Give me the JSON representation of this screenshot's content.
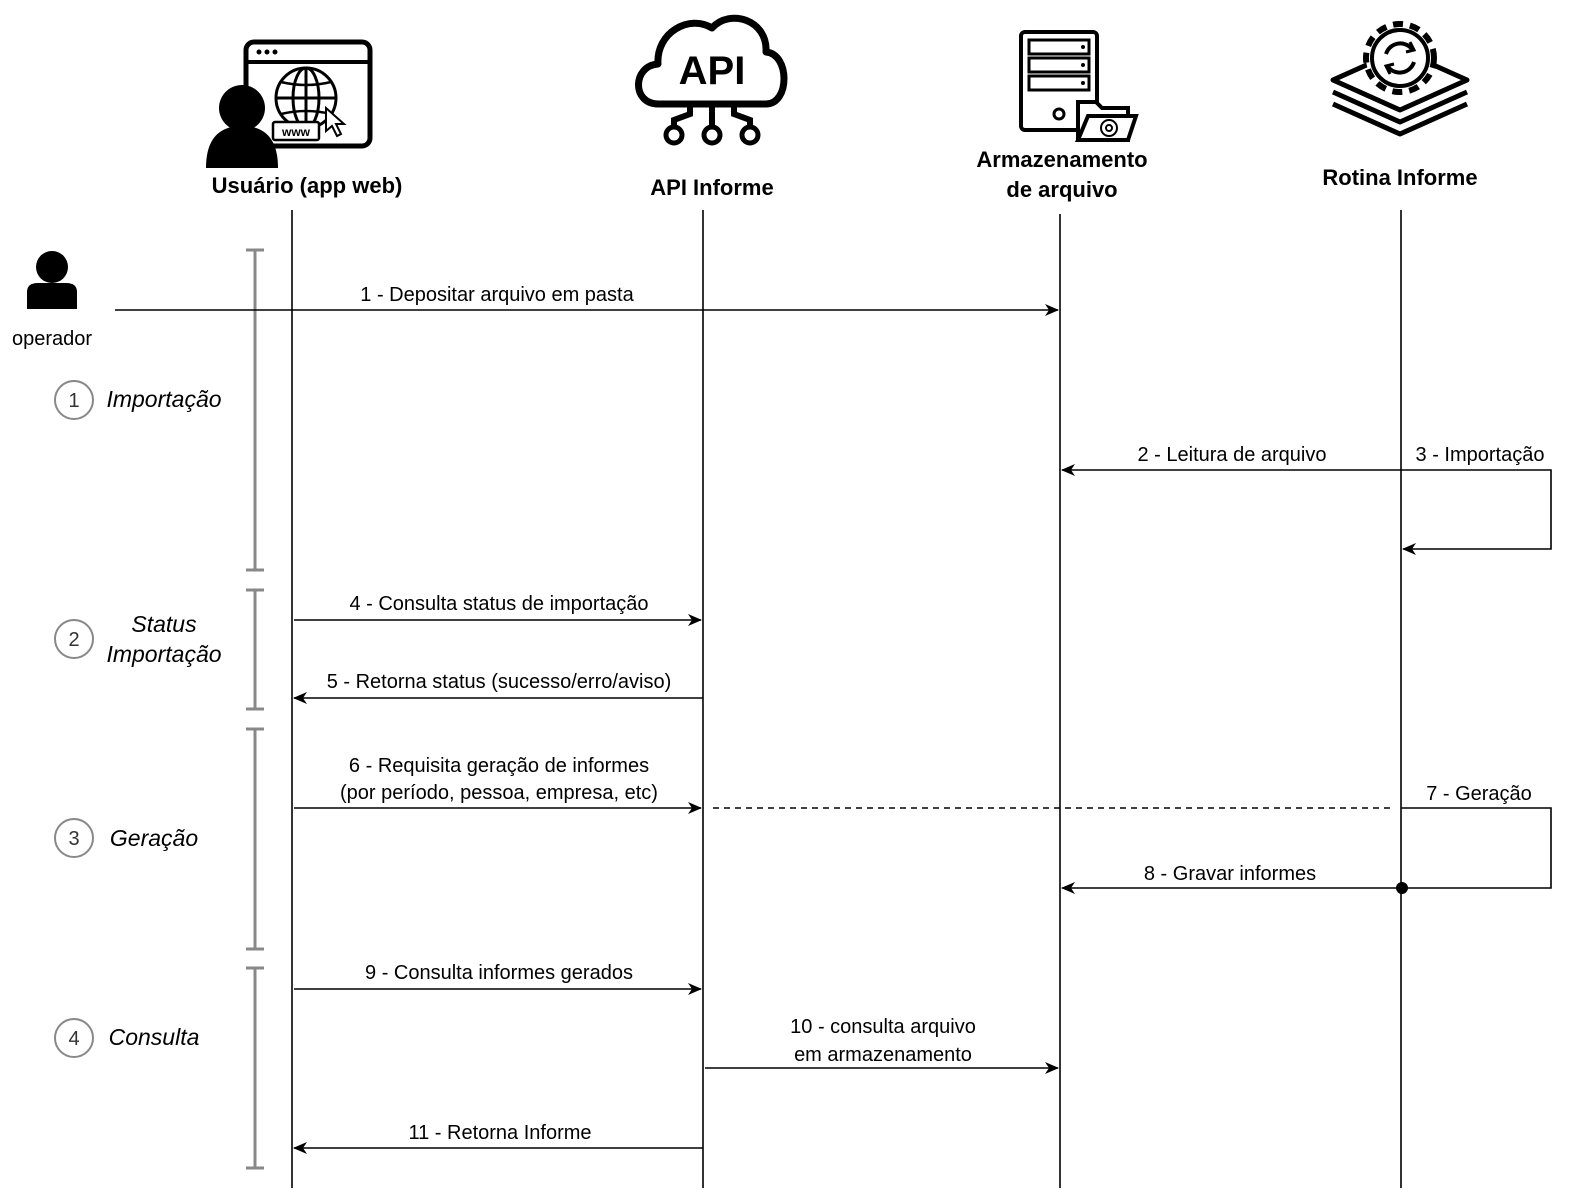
{
  "participants": [
    {
      "id": "usuario",
      "label": "Usuário (app web)",
      "icon": "user-web-browser-icon"
    },
    {
      "id": "api",
      "label": "API Informe",
      "icon": "api-cloud-icon"
    },
    {
      "id": "armazenamento",
      "label_line1": "Armazenamento",
      "label_line2": "de arquivo",
      "icon": "file-server-icon"
    },
    {
      "id": "rotina",
      "label": "Rotina Informe",
      "icon": "gear-sync-layers-icon"
    }
  ],
  "actor": {
    "label": "operador",
    "icon": "person-icon"
  },
  "browser_badge": "www",
  "api_badge": "API",
  "phases": [
    {
      "number": "1",
      "label": "Importação"
    },
    {
      "number": "2",
      "label_line1": "Status",
      "label_line2": "Importação"
    },
    {
      "number": "3",
      "label": "Geração"
    },
    {
      "number": "4",
      "label": "Consulta"
    }
  ],
  "messages": {
    "m1": "1 - Depositar arquivo em pasta",
    "m2": "2 - Leitura de arquivo",
    "m3": "3 - Importação",
    "m4": "4 - Consulta status de importação",
    "m5": "5 - Retorna status (sucesso/erro/aviso)",
    "m6_line1": "6 - Requisita geração de informes",
    "m6_line2": "(por período, pessoa, empresa, etc)",
    "m7": "7 - Geração",
    "m8": "8 - Gravar informes",
    "m9": "9 - Consulta informes gerados",
    "m10_line1": "10 - consulta arquivo",
    "m10_line2": "em armazenamento",
    "m11": "11 - Retorna Informe"
  }
}
